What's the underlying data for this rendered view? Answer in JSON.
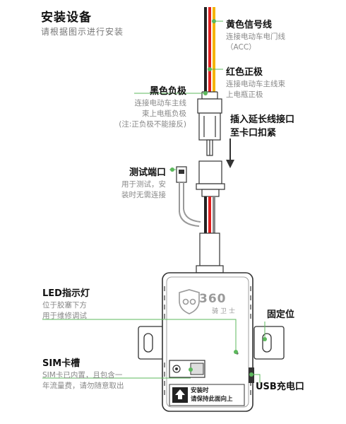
{
  "header": {
    "title": "安装设备",
    "subtitle": "请根据图示进行安装"
  },
  "labels": {
    "yellow_wire": {
      "title": "黄色信号线",
      "desc": [
        "连接电动车电门线",
        "（ACC）"
      ]
    },
    "red_wire": {
      "title": "红色正极",
      "desc": [
        "连接电动车主线束",
        "上电瓶正极"
      ]
    },
    "black_wire": {
      "title": "黑色负极",
      "desc": [
        "连接电动车主线",
        "束上电瓶负极",
        "(注:正负极不能接反)"
      ]
    },
    "connector": {
      "title_lines": [
        "插入延长线接口",
        "至卡口扣紧"
      ]
    },
    "test_port": {
      "title": "测试端口",
      "desc": [
        "用于测试，安",
        "装时无需连接"
      ]
    },
    "led": {
      "title": "LED指示灯",
      "desc": [
        "位于胶塞下方",
        "用于维修调试"
      ]
    },
    "fixing": {
      "title": "固定位"
    },
    "sim": {
      "title": "SIM卡槽",
      "desc": [
        "SIM卡已内置，且包含一",
        "年流量费，请勿随意取出"
      ]
    },
    "usb": {
      "title": "USB充电口"
    }
  },
  "device": {
    "logo_text": "360",
    "logo_sub": "骑卫士",
    "sticker_line1": "安装时",
    "sticker_line2": "请保持此面向上"
  },
  "colors": {
    "green_lead": "#5cb85c",
    "yellow_wire": "#f5b400",
    "red_wire": "#e02020",
    "black_wire": "#222222"
  }
}
